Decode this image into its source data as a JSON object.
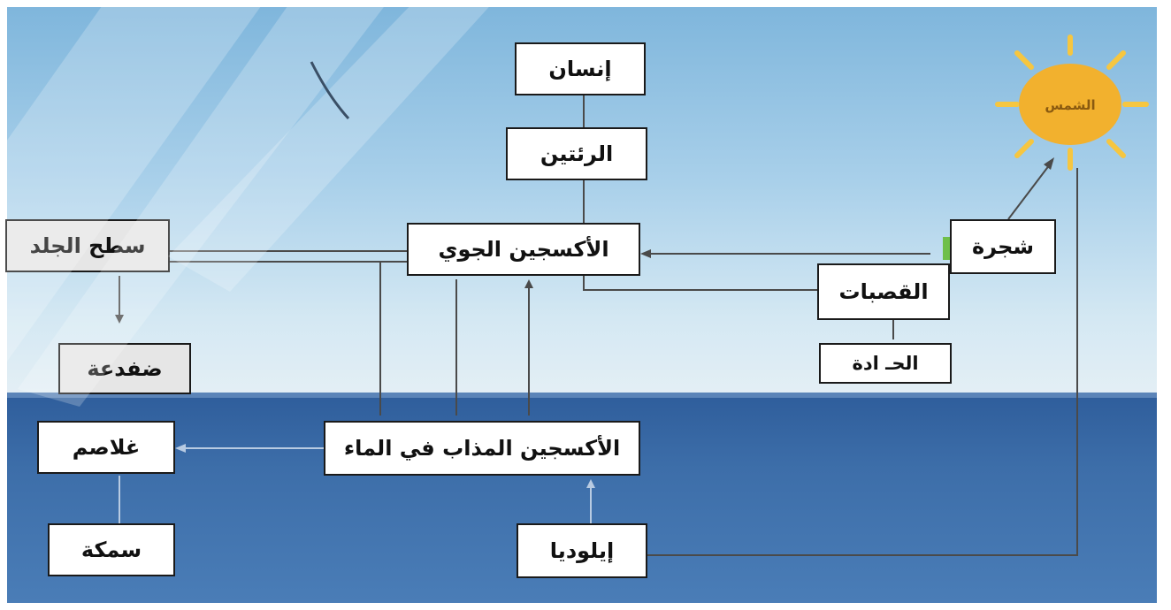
{
  "nodes": {
    "human": "إنسان",
    "lungs": "الرئتين",
    "atmospheric_oxygen": "الأكسجين الجوي",
    "skin_surface": "سطح الجلد",
    "frog": "ضفدعة",
    "gills": "غلاصم",
    "fish": "سمكة",
    "dissolved_oxygen": "الأكسجين المذاب في الماء",
    "elodea": "إيلوديا",
    "tree": "شجرة",
    "trachea": "القصبات",
    "grasshopper": "الحـ ادة",
    "sun": "الشمس"
  },
  "colors": {
    "sky_top": "#7fb6dc",
    "sky_bottom": "#e4eff5",
    "water": "#3d6ea9",
    "sun": "#f2b12e",
    "ray": "#f6c640",
    "line": "#4a4a4a"
  }
}
